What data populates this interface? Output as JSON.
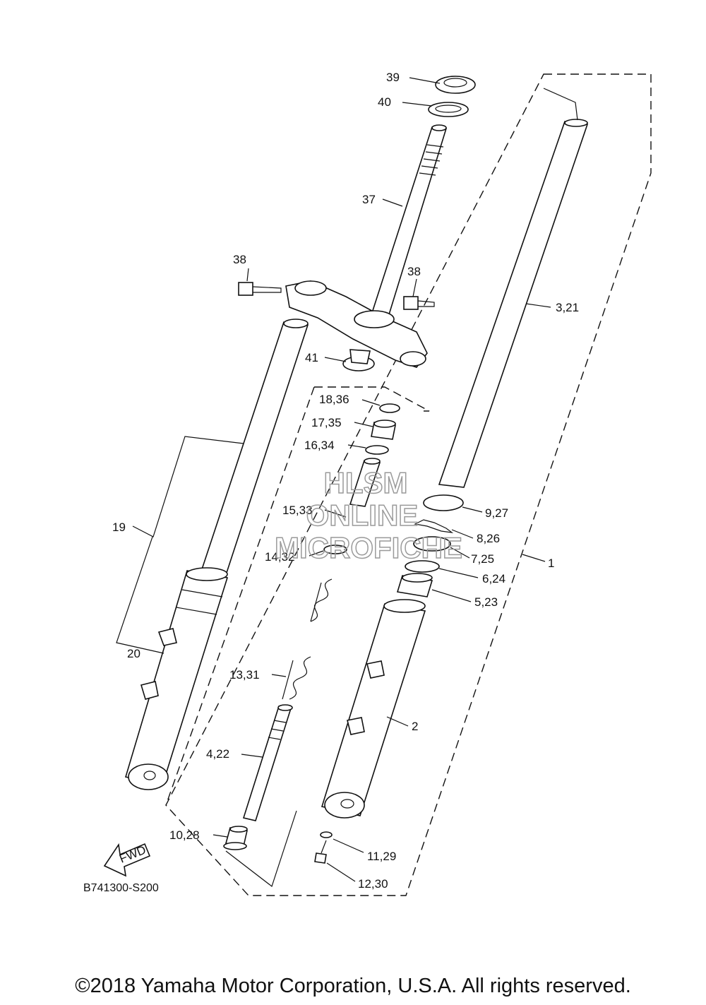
{
  "watermark": [
    "HLSM",
    "ONLINE",
    "MICROFICHE"
  ],
  "diagram_code": "B741300-S200",
  "fwd_label": "FWD",
  "copyright": "©2018 Yamaha Motor Corporation, U.S.A. All rights reserved.",
  "callouts": [
    "39",
    "40",
    "37",
    "38",
    "38",
    "3,21",
    "41",
    "18,36",
    "17,35",
    "16,34",
    "15,33",
    "9,27",
    "8,26",
    "7,25",
    "14,32",
    "6,24",
    "5,23",
    "1",
    "19",
    "20",
    "13,31",
    "2",
    "4,22",
    "10,28",
    "11,29",
    "12,30"
  ]
}
